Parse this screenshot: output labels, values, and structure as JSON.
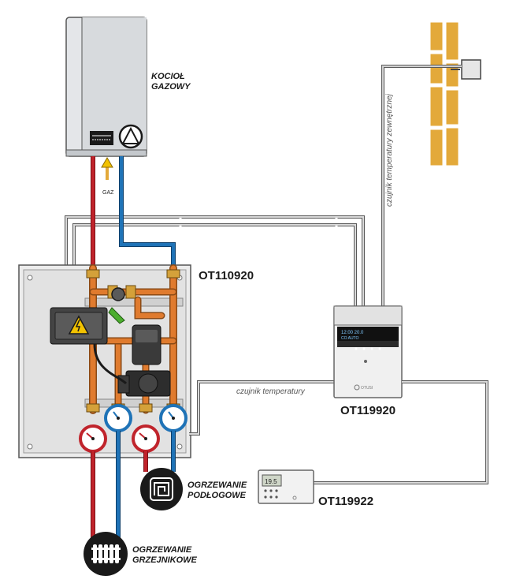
{
  "boiler": {
    "line1": "KOCIOŁ",
    "line2": "GAZOWY",
    "gas_label": "GAZ"
  },
  "pump_group": {
    "code": "OT110920"
  },
  "controller": {
    "code": "OT119920",
    "brand": "OTUSI",
    "screen_text": "12:00  20.0",
    "screen_line2": "CO  AUTO"
  },
  "thermostat": {
    "code": "OT119922",
    "display": "19.5"
  },
  "sensors": {
    "outdoor": "czujnik temperatury zewnętrznej",
    "temperature": "czujnik temperatury"
  },
  "circuits": {
    "floor": {
      "line1": "OGRZEWANIE",
      "line2": "PODŁOGOWE"
    },
    "radiator": {
      "line1": "OGRZEWANIE",
      "line2": "GRZEJNIKOWE"
    }
  },
  "colors": {
    "hot": "#c0242c",
    "cold": "#1f73b7",
    "copper": "#e07b2e",
    "brick": "#e3a93a",
    "wire": "#5a5a5a"
  }
}
